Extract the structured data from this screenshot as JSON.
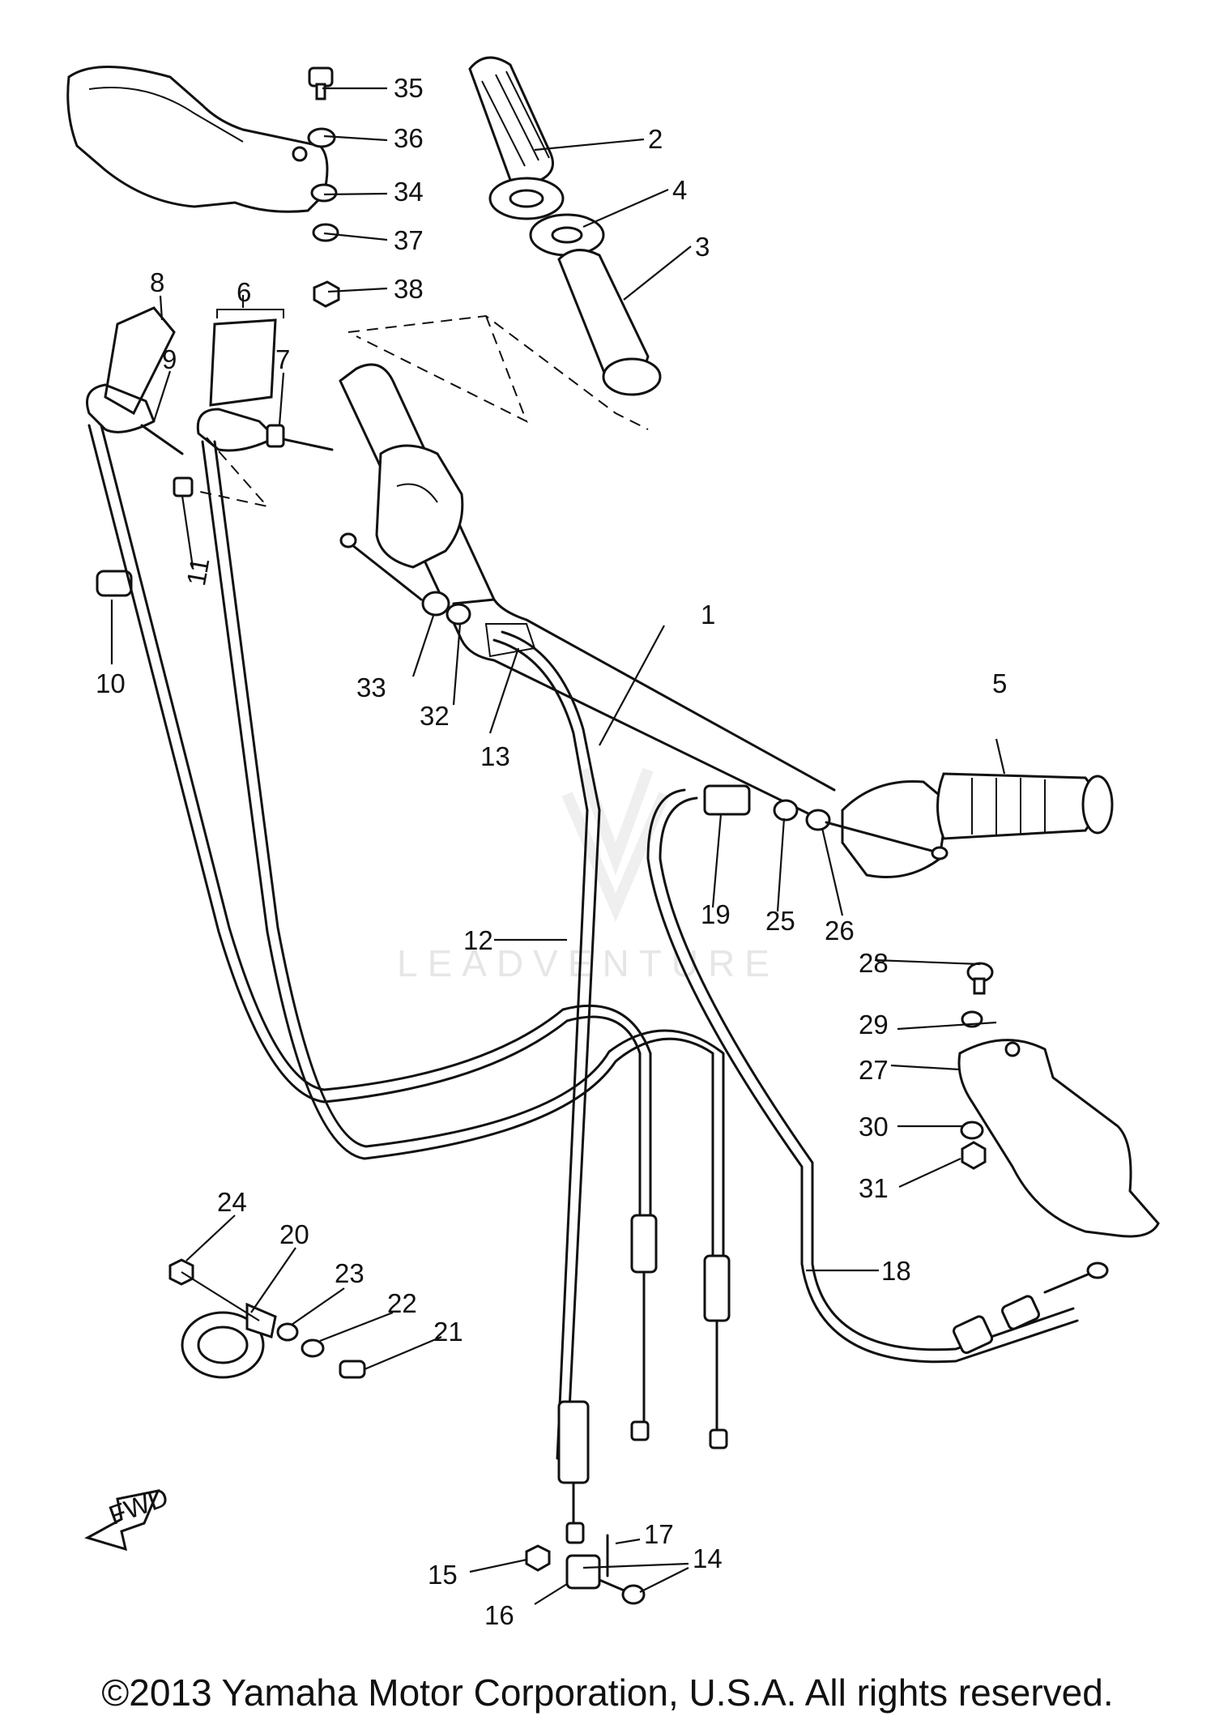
{
  "watermark": "LEADVENTURE",
  "copyright": "©2013 Yamaha Motor Corporation, U.S.A. All rights reserved.",
  "fwd_label": "FWD",
  "callouts": [
    {
      "id": "c1",
      "label": "1"
    },
    {
      "id": "c2",
      "label": "2"
    },
    {
      "id": "c3",
      "label": "3"
    },
    {
      "id": "c4",
      "label": "4"
    },
    {
      "id": "c5",
      "label": "5"
    },
    {
      "id": "c6",
      "label": "6"
    },
    {
      "id": "c7",
      "label": "7"
    },
    {
      "id": "c8",
      "label": "8"
    },
    {
      "id": "c9",
      "label": "9"
    },
    {
      "id": "c10",
      "label": "10"
    },
    {
      "id": "c11",
      "label": "11"
    },
    {
      "id": "c12",
      "label": "12"
    },
    {
      "id": "c13",
      "label": "13"
    },
    {
      "id": "c14",
      "label": "14"
    },
    {
      "id": "c15",
      "label": "15"
    },
    {
      "id": "c16",
      "label": "16"
    },
    {
      "id": "c17",
      "label": "17"
    },
    {
      "id": "c18",
      "label": "18"
    },
    {
      "id": "c19",
      "label": "19"
    },
    {
      "id": "c20",
      "label": "20"
    },
    {
      "id": "c21",
      "label": "21"
    },
    {
      "id": "c22",
      "label": "22"
    },
    {
      "id": "c23",
      "label": "23"
    },
    {
      "id": "c24",
      "label": "24"
    },
    {
      "id": "c25",
      "label": "25"
    },
    {
      "id": "c26",
      "label": "26"
    },
    {
      "id": "c27",
      "label": "27"
    },
    {
      "id": "c28",
      "label": "28"
    },
    {
      "id": "c29",
      "label": "29"
    },
    {
      "id": "c30",
      "label": "30"
    },
    {
      "id": "c31",
      "label": "31"
    },
    {
      "id": "c32",
      "label": "32"
    },
    {
      "id": "c33",
      "label": "33"
    },
    {
      "id": "c34",
      "label": "34"
    },
    {
      "id": "c35",
      "label": "35"
    },
    {
      "id": "c36",
      "label": "36"
    },
    {
      "id": "c37",
      "label": "37"
    },
    {
      "id": "c38",
      "label": "38"
    }
  ]
}
